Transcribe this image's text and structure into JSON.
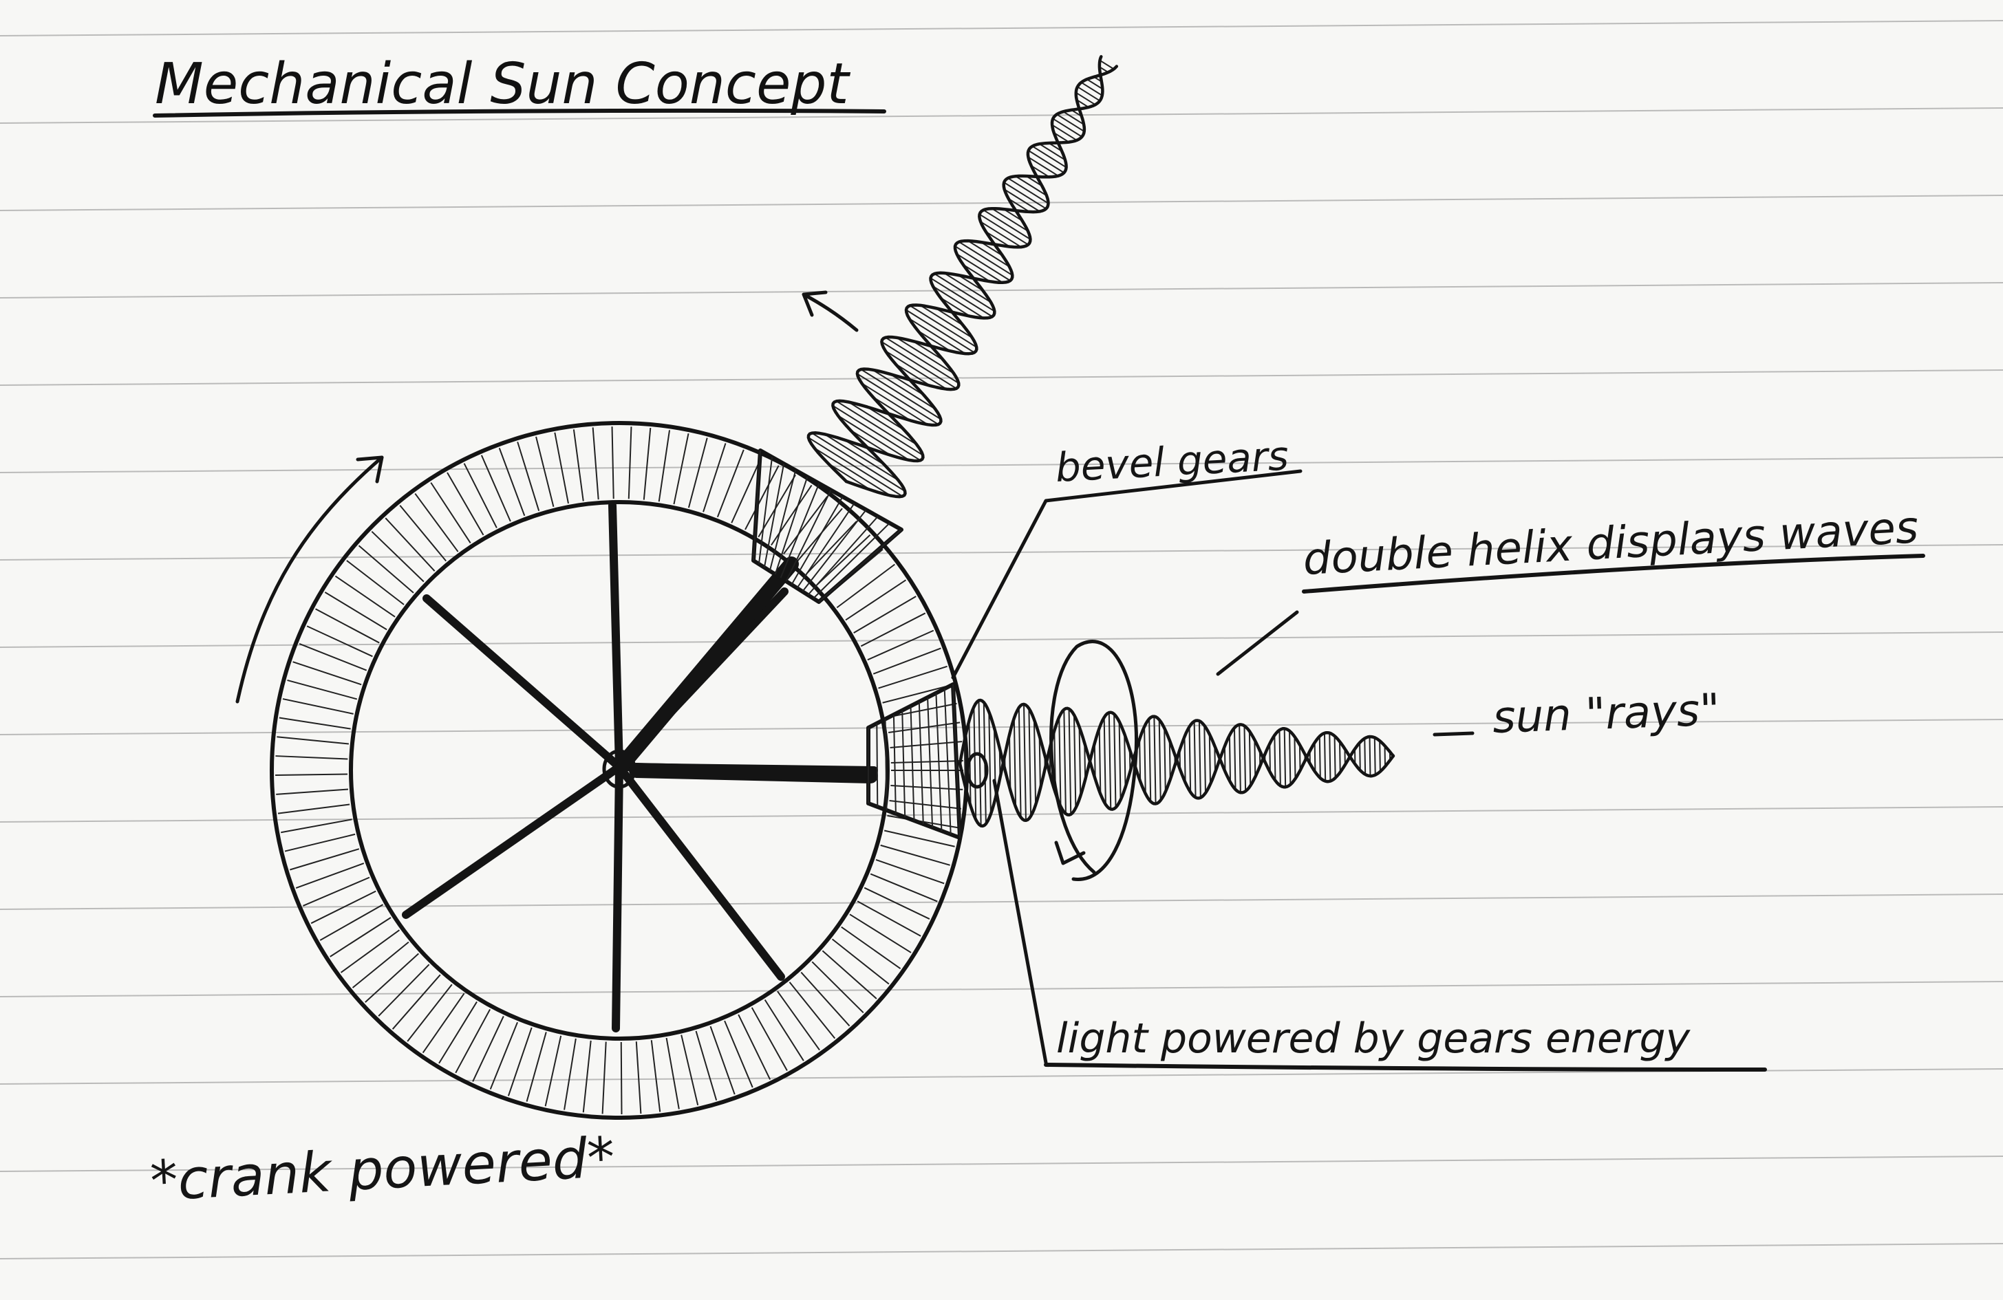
{
  "title": "Mechanical Sun Concept",
  "labels": {
    "bevel_gears": "bevel gears",
    "double_helix": "double helix displays waves",
    "sun_rays": "sun \"rays\"",
    "light_powered": "light powered by gears energy",
    "crank_powered": "*crank powered*"
  },
  "colors": {
    "ink": "#141414",
    "paper": "#f7f7f5",
    "ruled_line": "#9a9a9a"
  }
}
